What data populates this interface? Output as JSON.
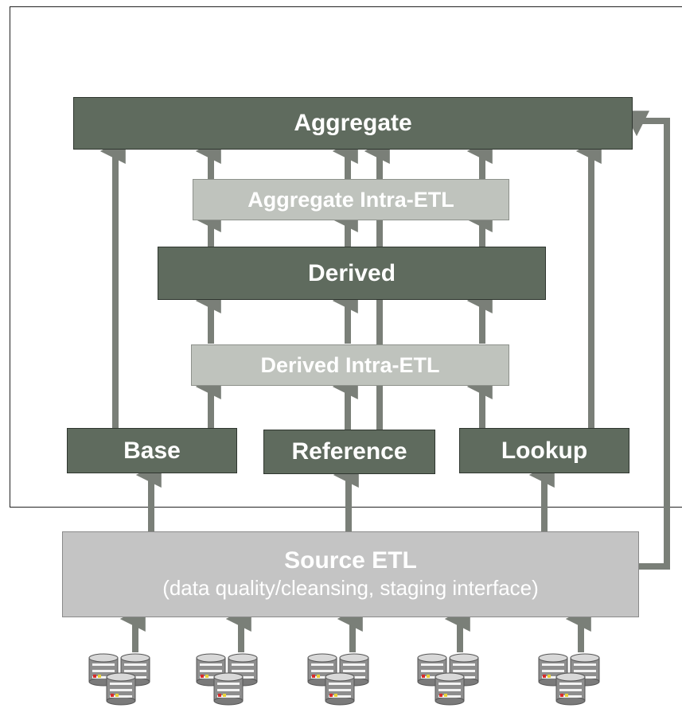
{
  "diagram": {
    "boxes": {
      "aggregate": "Aggregate",
      "aggregate_intra": "Aggregate Intra-ETL",
      "derived": "Derived",
      "derived_intra": "Derived Intra-ETL",
      "base": "Base",
      "reference": "Reference",
      "lookup": "Lookup",
      "source_line1": "Source ETL",
      "source_line2": "(data quality/cleansing, staging interface)"
    },
    "colors": {
      "dark_box": "#5f6b5e",
      "light_box": "#bfc3bd",
      "source_box": "#c4c4c4",
      "arrow": "#7a7f78"
    },
    "icons": [
      "database-stack-icon",
      "database-stack-icon",
      "database-stack-icon",
      "database-stack-icon",
      "database-stack-icon"
    ]
  }
}
